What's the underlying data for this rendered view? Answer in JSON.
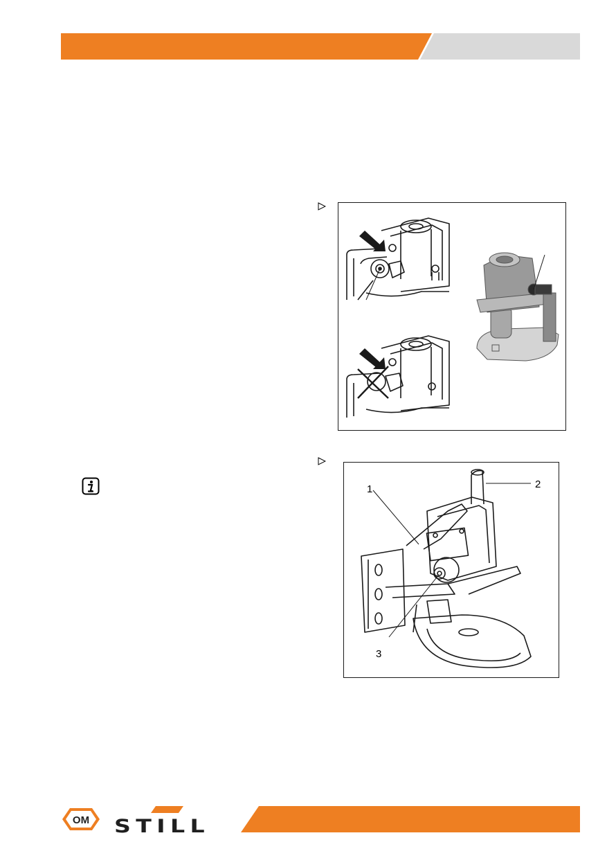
{
  "colors": {
    "accent_orange": "#ee7f22",
    "header_grey": "#d9d9d9",
    "logo_grey": "#1f1f1f"
  },
  "figure_1": {
    "marker_icon": "triangle-right-icon"
  },
  "figure_2": {
    "marker_icon": "triangle-right-icon",
    "callouts": [
      "1",
      "2",
      "3"
    ]
  },
  "note": {
    "icon": "info-icon"
  },
  "footer": {
    "brand_om": "OM",
    "brand_still": "STILL"
  }
}
